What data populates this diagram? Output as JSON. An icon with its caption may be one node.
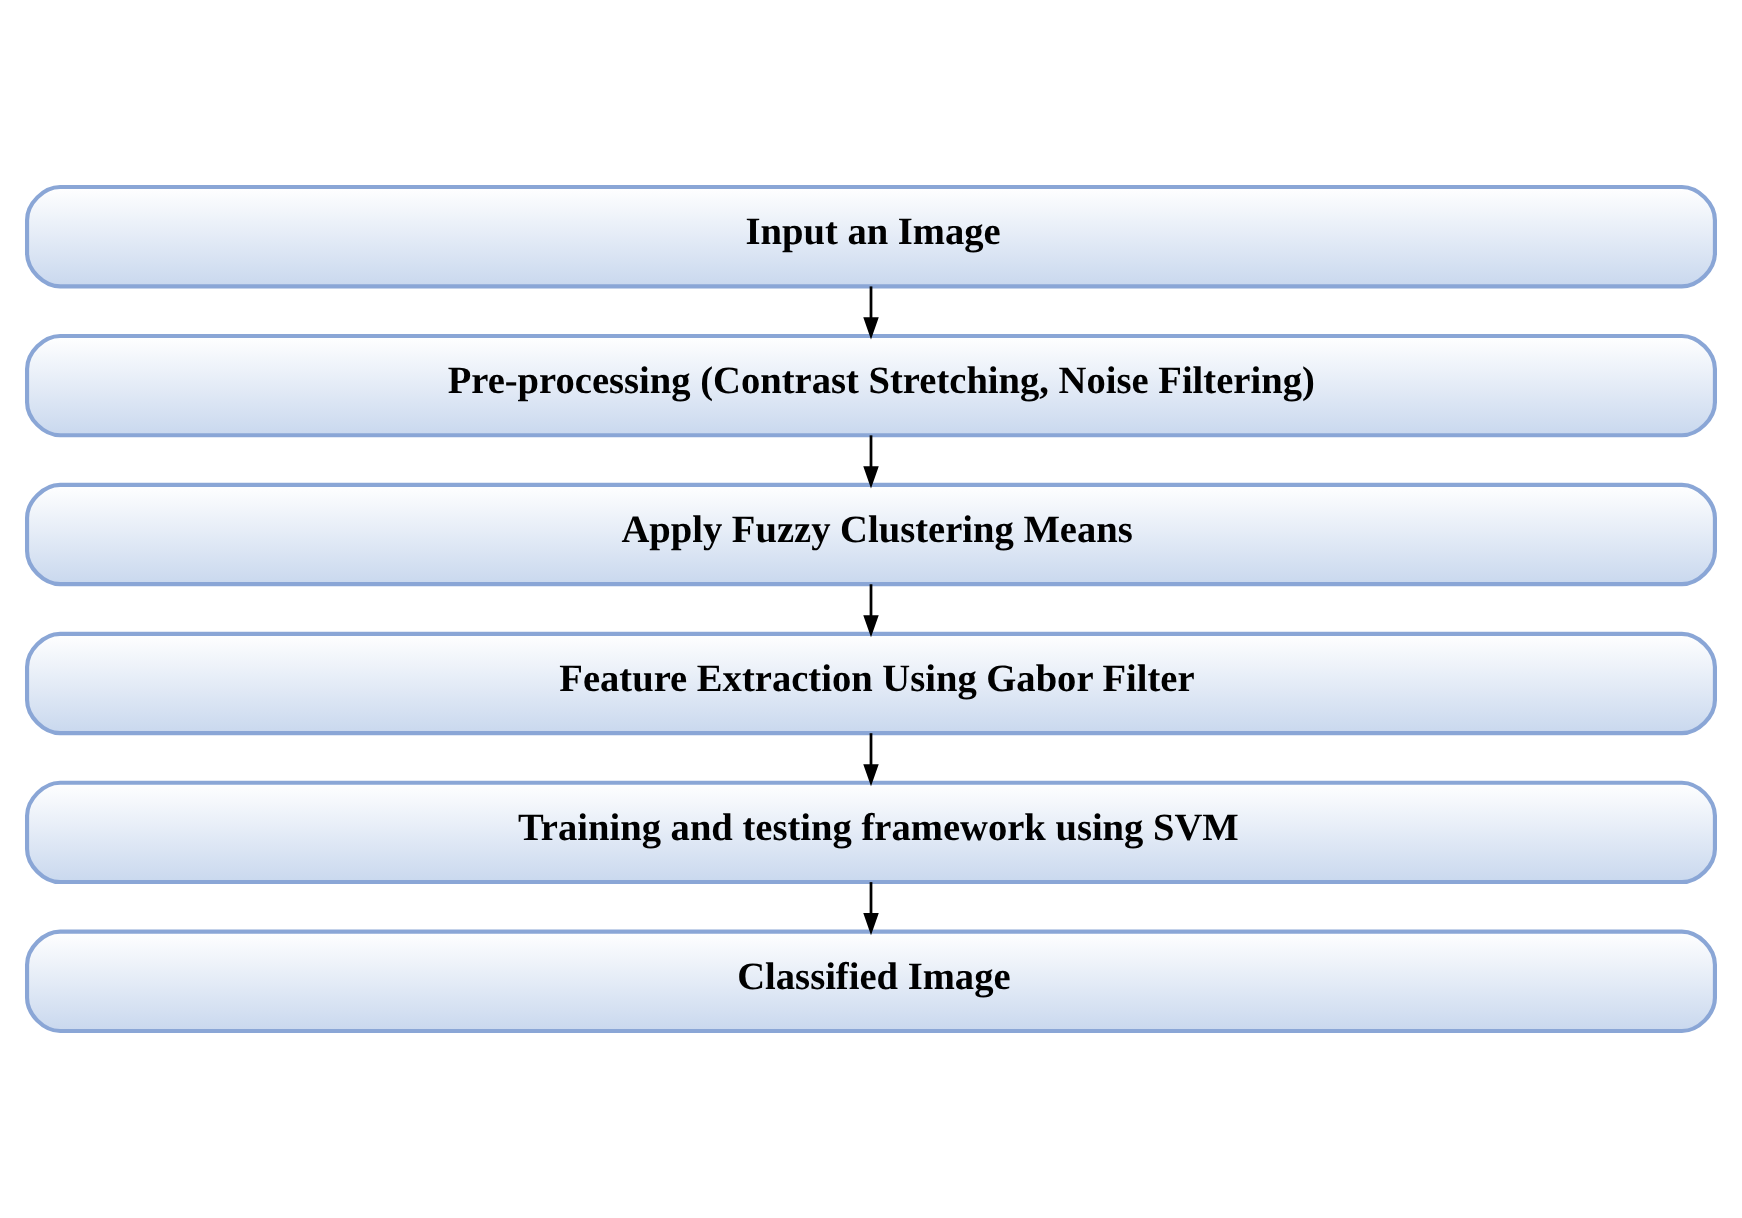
{
  "diagram": {
    "nodes": [
      {
        "text": [
          "Input an Image"
        ]
      },
      {
        "text": [
          "Pre-processing (Contrast Stretching, Noise Filtering)"
        ]
      },
      {
        "text": [
          "Apply Fuzzy Clustering Means"
        ]
      },
      {
        "text": [
          "Feature Extraction Using Gabor Filter"
        ]
      },
      {
        "text": [
          "Training and testing framework using SVM"
        ]
      },
      {
        "text": [
          "Classified Image"
        ]
      }
    ],
    "edges": [
      {
        "from": 0,
        "to": 1,
        "arrow": "to"
      },
      {
        "from": 1,
        "to": 2,
        "arrow": "to"
      },
      {
        "from": 2,
        "to": 3,
        "arrow": "to"
      },
      {
        "from": 3,
        "to": 4,
        "arrow": "to"
      },
      {
        "from": 4,
        "to": 5,
        "arrow": "to"
      }
    ]
  }
}
